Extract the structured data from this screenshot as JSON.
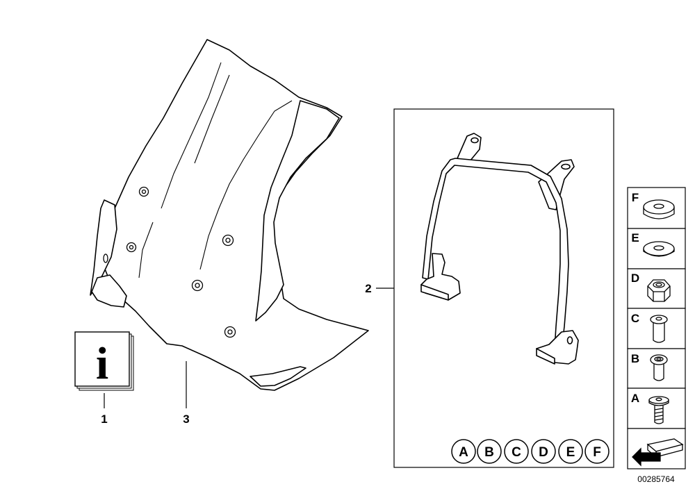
{
  "callouts": {
    "item1": "1",
    "item2": "2",
    "item3": "3"
  },
  "info_symbol": "i",
  "fastener_letters": [
    "A",
    "B",
    "C",
    "D",
    "E",
    "F"
  ],
  "fastener_column": {
    "F": "F",
    "E": "E",
    "D": "D",
    "C": "C",
    "B": "B",
    "A": "A"
  },
  "image_number": "00285764"
}
